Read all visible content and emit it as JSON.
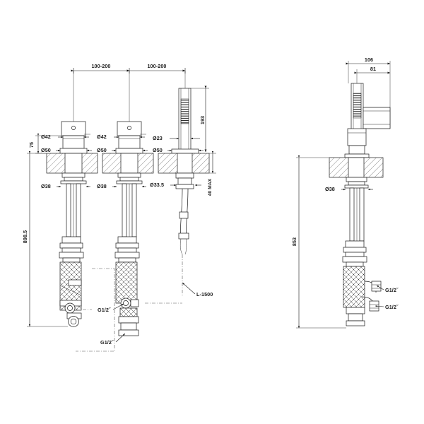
{
  "drawing": {
    "title": "Technical installation drawing - 3-hole bath mixer with handshower",
    "background_color": "#ffffff",
    "line_color": "#1a1a1a",
    "views": [
      {
        "id": "front-view",
        "label": "front-elevation"
      },
      {
        "id": "side-view",
        "label": "side-elevation"
      }
    ]
  },
  "front_view": {
    "spacing_dimensions": [
      {
        "name": "spacing-left",
        "value": "100-200"
      },
      {
        "name": "spacing-right",
        "value": "100-200"
      }
    ],
    "height_dimensions": [
      {
        "name": "spout-height",
        "value": "75"
      },
      {
        "name": "handshower-height",
        "value": "193"
      },
      {
        "name": "deck-thickness",
        "value": "40 MAX"
      },
      {
        "name": "overall-length",
        "value": "898.5"
      }
    ],
    "column_1": {
      "name": "left-control-valve",
      "diameters": [
        "Ø42",
        "Ø50",
        "Ø38"
      ]
    },
    "column_2": {
      "name": "center-control-valve",
      "diameters": [
        "Ø42",
        "Ø50",
        "Ø38"
      ],
      "connections": [
        "G1/2˝",
        "G1/2˝"
      ]
    },
    "column_3": {
      "name": "handshower-outlet",
      "diameters": [
        "Ø23",
        "Ø50",
        "Ø33.5"
      ],
      "hose_label": "L-1500"
    }
  },
  "side_view": {
    "width_dimensions": [
      {
        "name": "overall-width",
        "value": "106"
      },
      {
        "name": "spout-reach",
        "value": "81"
      }
    ],
    "height_dimensions": [
      {
        "name": "overall-length",
        "value": "853"
      }
    ],
    "diameters": [
      "Ø38"
    ],
    "connections": [
      "G1/2˝",
      "G1/2˝"
    ]
  }
}
